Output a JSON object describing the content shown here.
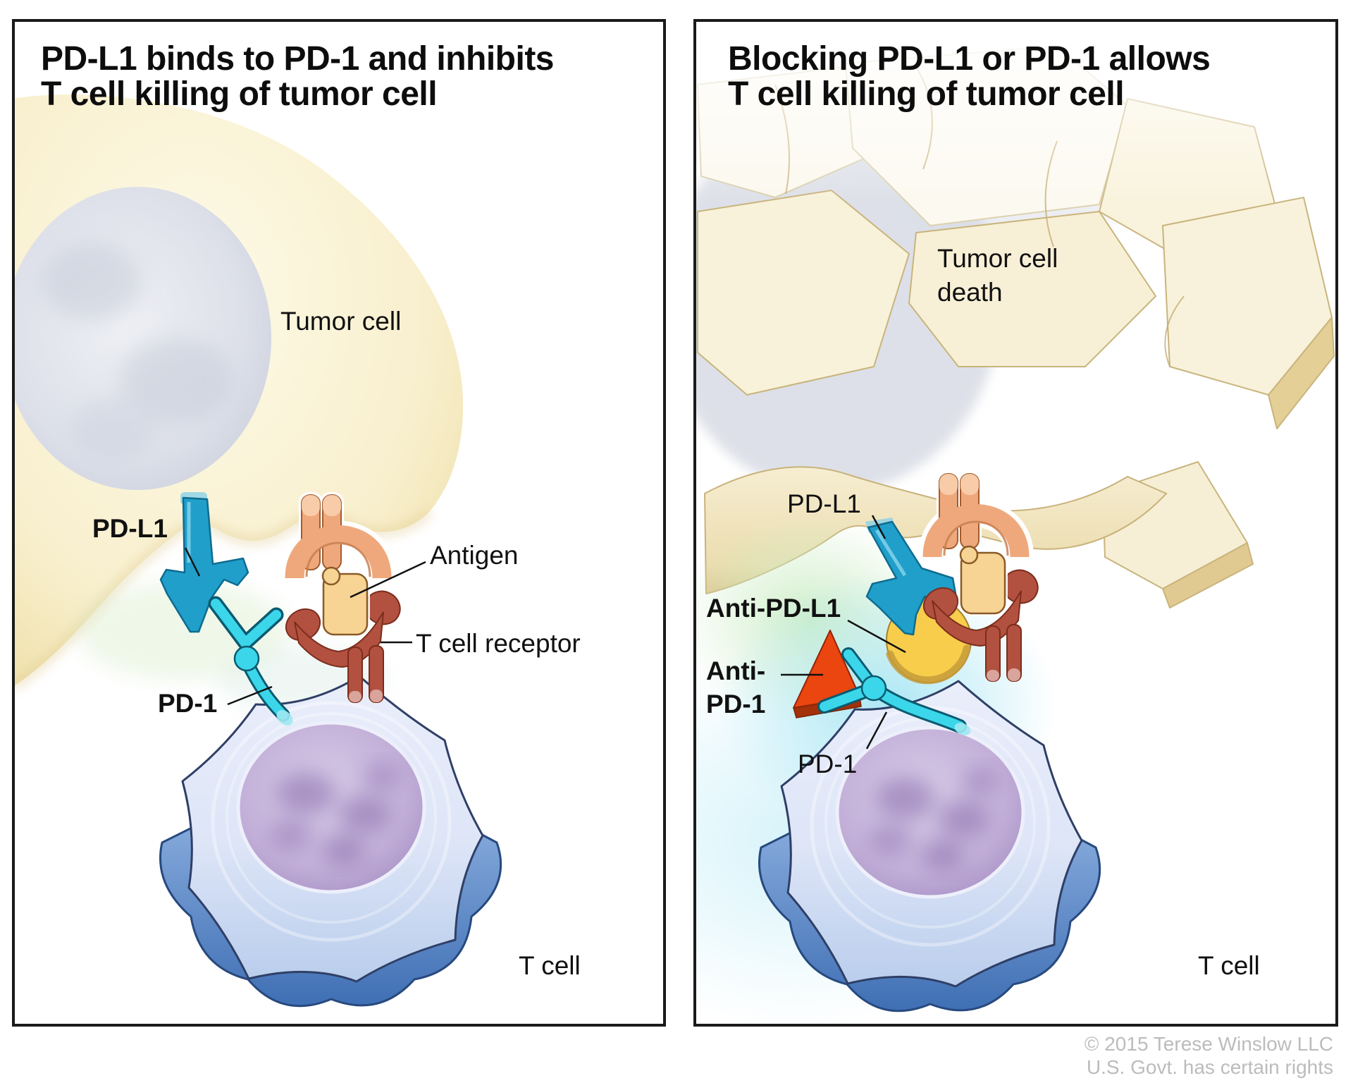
{
  "figure": {
    "panels": [
      {
        "id": "left",
        "title_line1": "PD-L1 binds to PD-1 and inhibits",
        "title_line2": "T cell killing of tumor cell",
        "labels": {
          "tumor_cell": "Tumor cell",
          "pd_l1": "PD-L1",
          "antigen": "Antigen",
          "t_cell_receptor": "T cell receptor",
          "pd_1": "PD-1",
          "t_cell": "T cell"
        }
      },
      {
        "id": "right",
        "title_line1": "Blocking PD-L1 or PD-1 allows",
        "title_line2": "T cell killing of tumor cell",
        "labels": {
          "tumor_cell_death_line1": "Tumor cell",
          "tumor_cell_death_line2": "death",
          "pd_l1": "PD-L1",
          "anti_pd_l1": "Anti-PD-L1",
          "anti_pd_1_line1": "Anti-",
          "anti_pd_1_line2": "PD-1",
          "pd_1": "PD-1",
          "t_cell": "T cell"
        }
      }
    ],
    "copyright_line1": "© 2015 Terese Winslow LLC",
    "copyright_line2": "U.S. Govt. has certain rights",
    "colors": {
      "pd_l1_blue": "#209fca",
      "pd_1_cyan": "#3bd6ea",
      "receptor_salmon": "#efa87c",
      "receptor_dark_red": "#b25140",
      "antigen_tan": "#f7d494",
      "anti_pd_l1_yellow": "#f8cd4b",
      "anti_pd_1_red": "#eb4510",
      "tumor_cell_cream": "#f6ecc4",
      "t_cell_blue": "#5d8ed2",
      "t_cell_nucleus_purple": "#b19ccc",
      "panel_border": "#1a1a1a",
      "copyright_gray": "#bcbcbc"
    }
  }
}
